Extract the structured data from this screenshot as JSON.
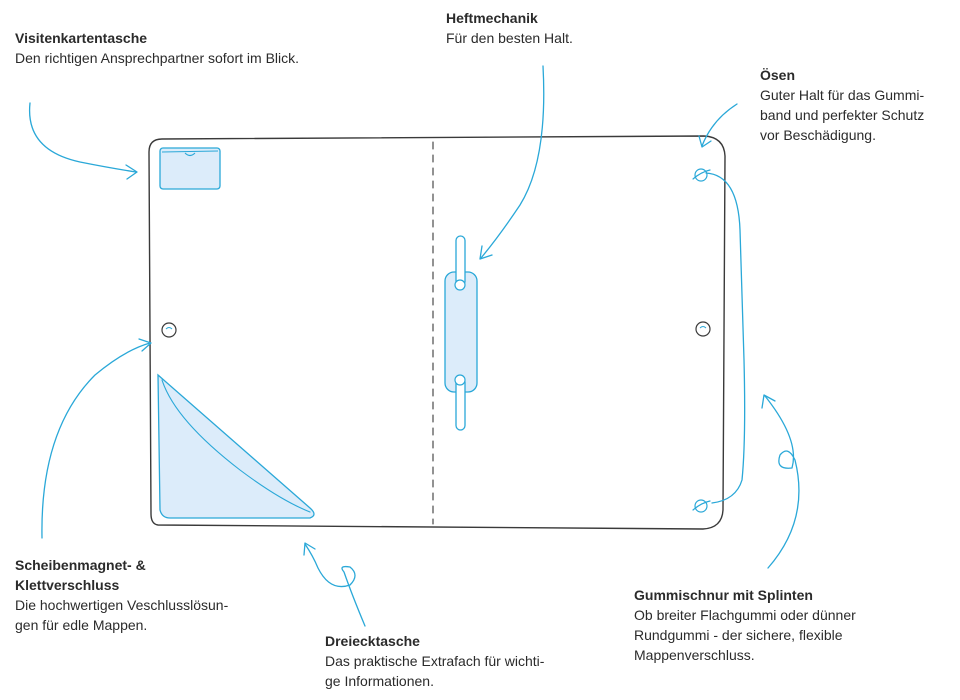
{
  "callouts": {
    "visitenkartentasche": {
      "title": "Visitenkartentasche",
      "lines": [
        "Den richtigen Ansprechpartner sofort im Blick."
      ]
    },
    "heftmechanik": {
      "title": "Heftmechanik",
      "lines": [
        "Für den besten Halt."
      ]
    },
    "oesen": {
      "title": "Ösen",
      "lines": [
        "Guter Halt für das Gummi-",
        "band und perfekter Schutz",
        "vor Beschädigung."
      ]
    },
    "scheibenmagnet": {
      "title_lines": [
        "Scheibenmagnet- &",
        "Klettverschluss"
      ],
      "lines": [
        "Die hochwertigen Veschlusslösun-",
        "gen für edle Mappen."
      ]
    },
    "dreiecktasche": {
      "title": "Dreiecktasche",
      "lines": [
        "Das praktische Extrafach für wichti-",
        "ge Informationen."
      ]
    },
    "gummischnur": {
      "title": "Gummischnur mit Splinten",
      "lines": [
        "Ob breiter Flachgummi oder dünner",
        "Rundgummi - der sichere, flexible",
        "Mappenverschluss."
      ]
    }
  },
  "colors": {
    "outline": "#3a3a3a",
    "accent_line": "#2aa8d8",
    "accent_fill": "#dcecfa",
    "text": "#2b2b2b"
  }
}
